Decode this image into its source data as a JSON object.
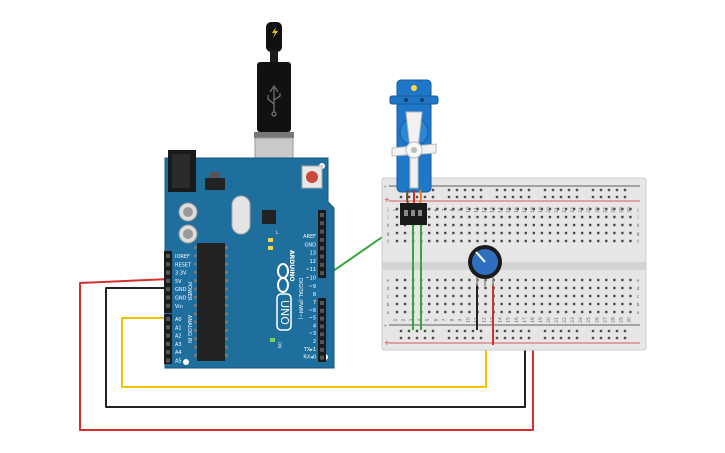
{
  "arduino": {
    "brand": "ARDUINO",
    "model": "UNO",
    "digital_label": "DIGITAL (PWM~)",
    "analog_label": "ANALOG IN",
    "power_label": "POWER",
    "on_label": "ON",
    "l_label": "L",
    "tx_label": "TX",
    "rx_label": "RX",
    "power_pins": [
      "IOREF",
      "RESET",
      "3.3V",
      "5V",
      "GND",
      "GND",
      "Vin"
    ],
    "analog_pins": [
      "A0",
      "A1",
      "A2",
      "A3",
      "A4",
      "A5"
    ],
    "digital_pins_upper": [
      "AREF",
      "GND",
      "13",
      "12",
      "~11",
      "~10",
      "~9",
      "8"
    ],
    "digital_pins_lower": [
      "7",
      "~6",
      "~5",
      "4",
      "~3",
      "2",
      "TX▸1",
      "RX◂0"
    ]
  },
  "breadboard": {
    "row_labels_top": [
      "j",
      "i",
      "h",
      "g",
      "f"
    ],
    "row_labels_bottom": [
      "e",
      "d",
      "c",
      "b",
      "a"
    ],
    "column_numbers": [
      "1",
      "2",
      "3",
      "4",
      "5",
      "6",
      "7",
      "8",
      "9",
      "10",
      "11",
      "12",
      "13",
      "14",
      "15",
      "16",
      "17",
      "18",
      "19",
      "20",
      "21",
      "22",
      "23",
      "24",
      "25",
      "26",
      "27",
      "28",
      "29",
      "30"
    ],
    "rail_plus": "+",
    "rail_minus": "-"
  },
  "colors": {
    "board": "#1e6e9e",
    "board_dark": "#144f74",
    "wire_red": "#d32f2f",
    "wire_black": "#222222",
    "wire_yellow": "#f2c200",
    "wire_green": "#3aa53a",
    "servo": "#1f77c9",
    "pot": "#2f6fbf",
    "breadboard": "#e6e6e6"
  },
  "icons": {
    "usb": "usb-icon",
    "lightning": "lightning-icon",
    "infinity": "infinity-logo-icon"
  }
}
